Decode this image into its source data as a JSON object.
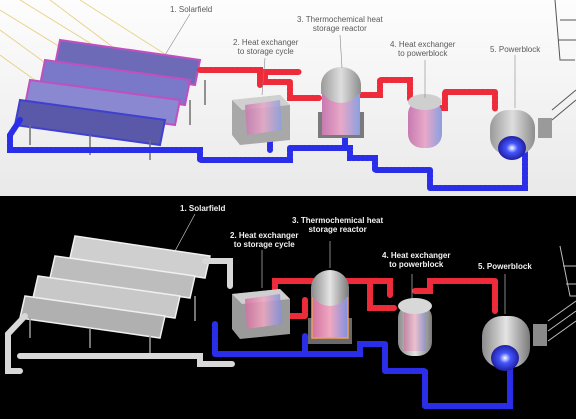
{
  "diagram": {
    "top": {
      "labels": [
        {
          "lines": [
            "1. Solarfield"
          ]
        },
        {
          "lines": [
            "2. Heat exchanger",
            "to storage cycle"
          ]
        },
        {
          "lines": [
            "3. Thermochemical heat",
            "storage reactor"
          ]
        },
        {
          "lines": [
            "4. Heat exchanger",
            "to powerblock"
          ]
        },
        {
          "lines": [
            "5. Powerblock"
          ]
        }
      ]
    },
    "bottom": {
      "labels": [
        {
          "lines": [
            "1. Solarfield"
          ]
        },
        {
          "lines": [
            "2. Heat exchanger",
            "to storage cycle"
          ]
        },
        {
          "lines": [
            "3. Thermochemical heat",
            "storage reactor"
          ]
        },
        {
          "lines": [
            "4. Heat exchanger",
            "to powerblock"
          ]
        },
        {
          "lines": [
            "5. Powerblock"
          ]
        }
      ]
    },
    "colors": {
      "hot_pipe": "#ee2b3b",
      "cold_pipe": "#2b2ee8",
      "insulated_pipe": "#d8d8d8",
      "tank_gray": "#b8b8b8"
    }
  }
}
